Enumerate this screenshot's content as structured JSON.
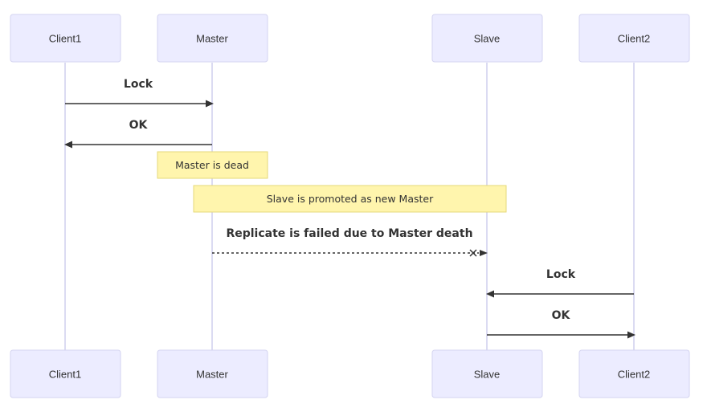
{
  "participants": [
    {
      "id": "client1",
      "label": "Client1"
    },
    {
      "id": "master",
      "label": "Master"
    },
    {
      "id": "slave",
      "label": "Slave"
    },
    {
      "id": "client2",
      "label": "Client2"
    }
  ],
  "messages": [
    {
      "from": "client1",
      "to": "master",
      "label": "Lock",
      "style": "solid",
      "head": "arrow"
    },
    {
      "from": "master",
      "to": "client1",
      "label": "OK",
      "style": "solid",
      "head": "arrow"
    },
    {
      "from": "master",
      "to": "slave",
      "label": "Replicate is failed due to Master death",
      "style": "dotted",
      "head": "cross"
    },
    {
      "from": "client2",
      "to": "slave",
      "label": "Lock",
      "style": "solid",
      "head": "arrow"
    },
    {
      "from": "slave",
      "to": "client2",
      "label": "OK",
      "style": "solid",
      "head": "arrow"
    }
  ],
  "notes": [
    {
      "text": "Master is dead",
      "over": [
        "master"
      ]
    },
    {
      "text": "Slave is promoted as new Master",
      "over": [
        "master",
        "slave"
      ]
    }
  ],
  "colors": {
    "actor_fill": "#ECECFF",
    "actor_border": "#D3D3F0",
    "lifeline": "#CFCFEE",
    "note_fill": "#FFF5AD",
    "note_border": "#E6D97A",
    "text": "#333333"
  }
}
